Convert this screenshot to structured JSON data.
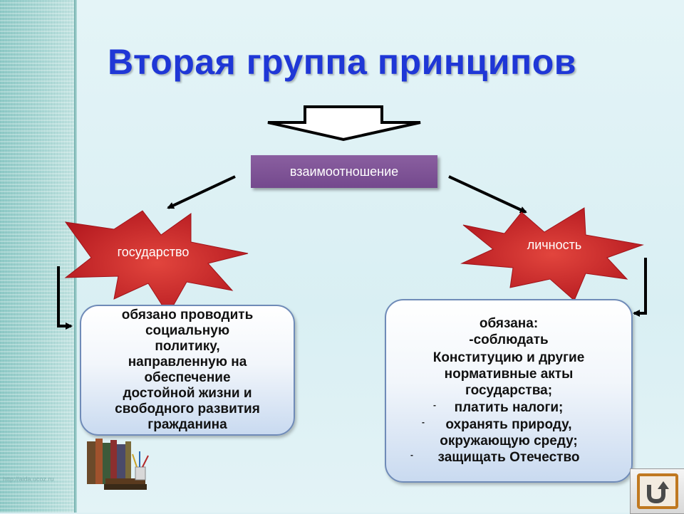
{
  "title": "Вторая группа принципов",
  "center_label": "взаимоотношение",
  "left_node": {
    "label": "государство",
    "text_lines": [
      "обязано проводить",
      "социальную",
      "политику,",
      "направленную на",
      "обеспечение",
      "достойной жизни и",
      "свободного развития",
      "гражданина"
    ]
  },
  "right_node": {
    "label": "личность",
    "heading_lines": [
      "обязана:",
      "-соблюдать",
      "Конституцию и другие",
      "нормативные акты",
      "государства;"
    ],
    "bullets": [
      {
        "bullet": "-",
        "lines": [
          "платить налоги;"
        ]
      },
      {
        "bullet": "-",
        "lines": [
          "охранять природу,",
          "окружающую среду;"
        ]
      },
      {
        "bullet": "-",
        "lines": [
          "защищать Отечество"
        ]
      }
    ]
  },
  "watermark": "http://aida.ucoz.ru",
  "icons": {
    "return": "return-arrow-icon",
    "books": "books-icon"
  },
  "colors": {
    "title": "#1f37d6",
    "star_fill": "#c8282d",
    "label_box": "#7b4f93",
    "box_border": "#6f8bb8"
  }
}
